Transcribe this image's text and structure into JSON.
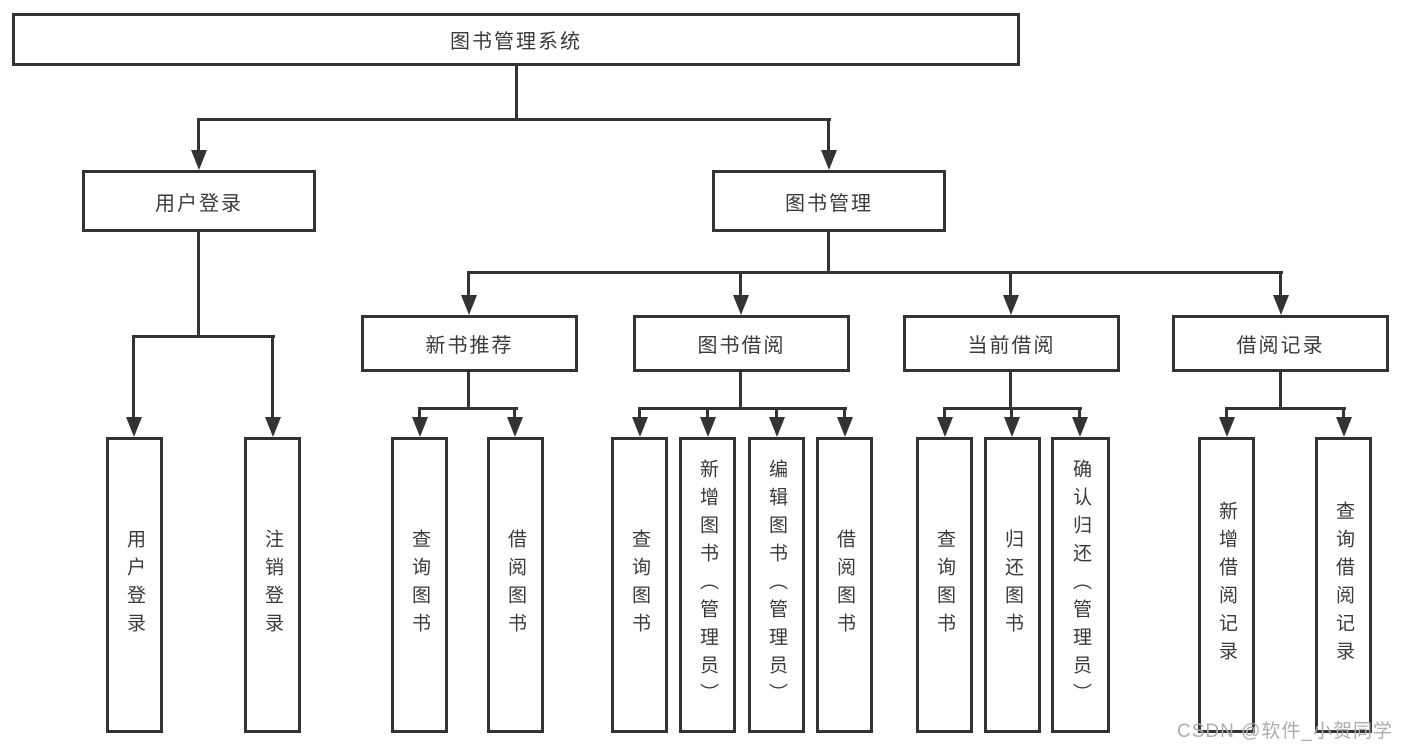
{
  "colors": {
    "line": "#333333",
    "text": "#3a3a3a",
    "watermark": "#adadad",
    "background": "#ffffff"
  },
  "diagram": {
    "root": {
      "label": "图书管理系统"
    },
    "branches": {
      "user_login": {
        "label": "用户登录",
        "children": {
          "login": {
            "label": "用户登录"
          },
          "logout": {
            "label": "注销登录"
          }
        }
      },
      "book_mgmt": {
        "label": "图书管理",
        "children": {
          "new_books": {
            "label": "新书推荐",
            "children": {
              "query": {
                "label": "查询图书"
              },
              "borrow": {
                "label": "借阅图书"
              }
            }
          },
          "book_borrow": {
            "label": "图书借阅",
            "children": {
              "query": {
                "label": "查询图书"
              },
              "add": {
                "label": "新增图书（管理员）"
              },
              "edit": {
                "label": "编辑图书（管理员）"
              },
              "borrow": {
                "label": "借阅图书"
              }
            }
          },
          "current_borrow": {
            "label": "当前借阅",
            "children": {
              "query": {
                "label": "查询图书"
              },
              "return": {
                "label": "归还图书"
              },
              "confirm_return": {
                "label": "确认归还（管理员）"
              }
            }
          },
          "borrow_records": {
            "label": "借阅记录",
            "children": {
              "add_record": {
                "label": "新增借阅记录"
              },
              "query_record": {
                "label": "查询借阅记录"
              }
            }
          }
        }
      }
    }
  },
  "watermark": {
    "text": "CSDN @软件_小贺同学"
  }
}
